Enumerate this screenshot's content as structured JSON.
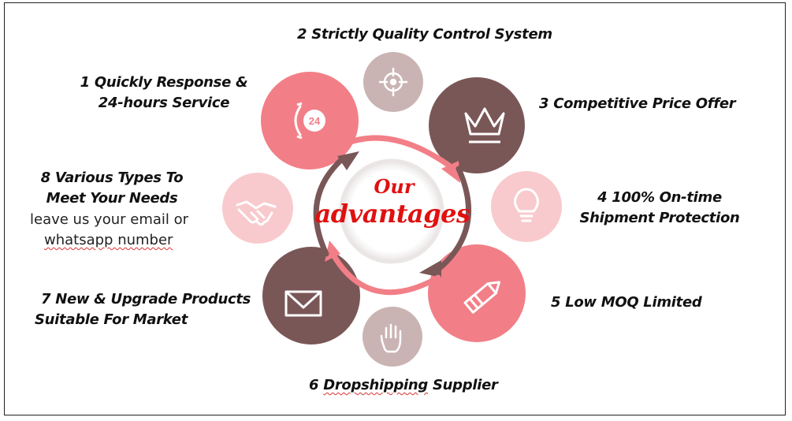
{
  "center": {
    "line1": "Our",
    "line2": "advantages"
  },
  "items": [
    {
      "line1": "1 Quickly Response &",
      "line2": "24-hours Service",
      "icon": "phone-24-icon",
      "color": "#f27f87"
    },
    {
      "line1": "2 Strictly Quality Control System",
      "icon": "target-icon",
      "color": "#c9b4b3"
    },
    {
      "line1": "3 Competitive Price Offer",
      "icon": "crown-icon",
      "color": "#7a5757"
    },
    {
      "line1": "4 100% On-time",
      "line2": "Shipment Protection",
      "icon": "lightbulb-icon",
      "color": "#f8cacd"
    },
    {
      "line1": "5 Low MOQ Limited",
      "icon": "pencil-icon",
      "color": "#f27f87"
    },
    {
      "line1": "6 Dropshipping Supplier",
      "icon": "hand-icon",
      "color": "#c9b4b3"
    },
    {
      "line1": "7 New & Upgrade Products",
      "line2": "Suitable For Market",
      "icon": "envelope-icon",
      "color": "#7a5757"
    },
    {
      "line1": "8 Various Types To",
      "line2": "Meet Your Needs",
      "icon": "handshake-icon",
      "color": "#f8cacd"
    }
  ],
  "note": {
    "line1": "leave us your email or",
    "line2": "whatsapp number"
  },
  "colors": {
    "accent_red": "#e01010",
    "arrow_dark": "#7a5757",
    "arrow_pink": "#f27f87"
  }
}
